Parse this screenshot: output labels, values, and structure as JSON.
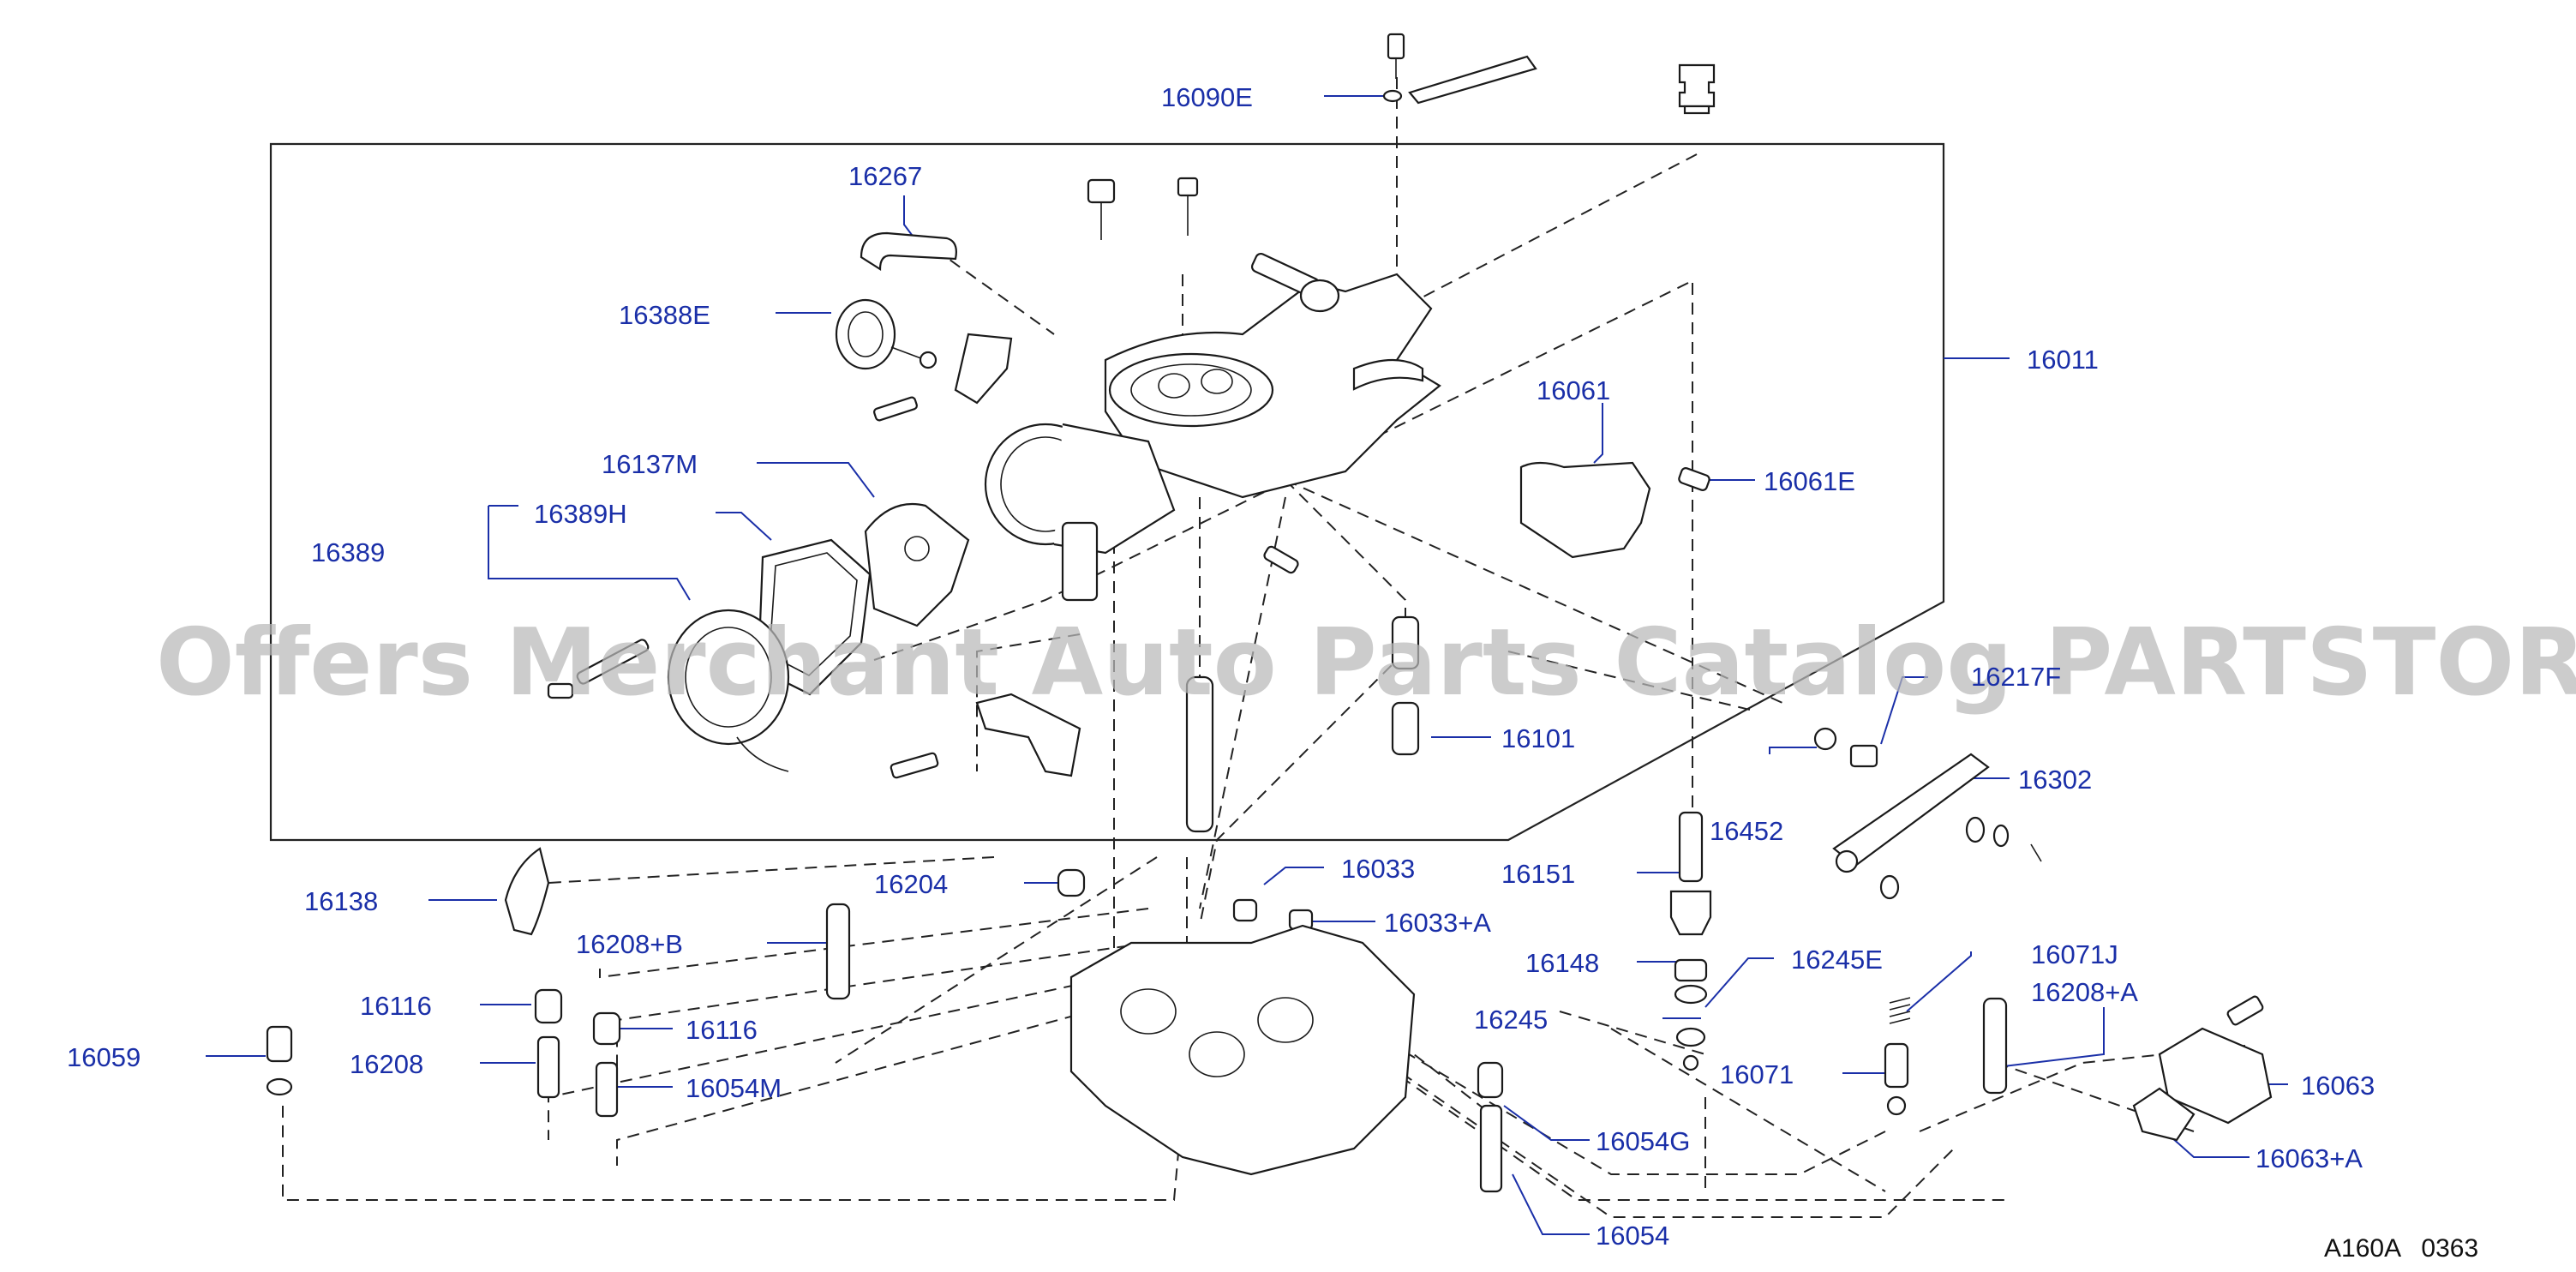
{
  "callouts": [
    {
      "id": "16090E",
      "text": "16090E"
    },
    {
      "id": "16267",
      "text": "16267"
    },
    {
      "id": "16388E",
      "text": "16388E"
    },
    {
      "id": "16011",
      "text": "16011"
    },
    {
      "id": "16061",
      "text": "16061"
    },
    {
      "id": "16061E",
      "text": "16061E"
    },
    {
      "id": "16137M",
      "text": "16137M"
    },
    {
      "id": "16389H",
      "text": "16389H"
    },
    {
      "id": "16389",
      "text": "16389"
    },
    {
      "id": "16217F",
      "text": "16217F"
    },
    {
      "id": "16101",
      "text": "16101"
    },
    {
      "id": "16302",
      "text": "16302"
    },
    {
      "id": "16452",
      "text": "16452"
    },
    {
      "id": "16138",
      "text": "16138"
    },
    {
      "id": "16204",
      "text": "16204"
    },
    {
      "id": "16033",
      "text": "16033"
    },
    {
      "id": "16151",
      "text": "16151"
    },
    {
      "id": "16033A",
      "text": "16033+A"
    },
    {
      "id": "16208B",
      "text": "16208+B"
    },
    {
      "id": "16148",
      "text": "16148"
    },
    {
      "id": "16245E",
      "text": "16245E"
    },
    {
      "id": "16071J",
      "text": "16071J"
    },
    {
      "id": "16116a",
      "text": "16116"
    },
    {
      "id": "16208A",
      "text": "16208+A"
    },
    {
      "id": "16116b",
      "text": "16116"
    },
    {
      "id": "16245",
      "text": "16245"
    },
    {
      "id": "16059",
      "text": "16059"
    },
    {
      "id": "16208",
      "text": "16208"
    },
    {
      "id": "16071",
      "text": "16071"
    },
    {
      "id": "16063",
      "text": "16063"
    },
    {
      "id": "16054M",
      "text": "16054M"
    },
    {
      "id": "16054G",
      "text": "16054G"
    },
    {
      "id": "16063A",
      "text": "16063+A"
    },
    {
      "id": "16054",
      "text": "16054"
    }
  ],
  "watermark": "Offers Merchant Auto Parts Catalog PARTSTORE.SA",
  "diagram_code": "A160A   0363",
  "colors": {
    "label": "#1a2fa8",
    "line": "#222222",
    "watermark": "#b9b9b9"
  }
}
